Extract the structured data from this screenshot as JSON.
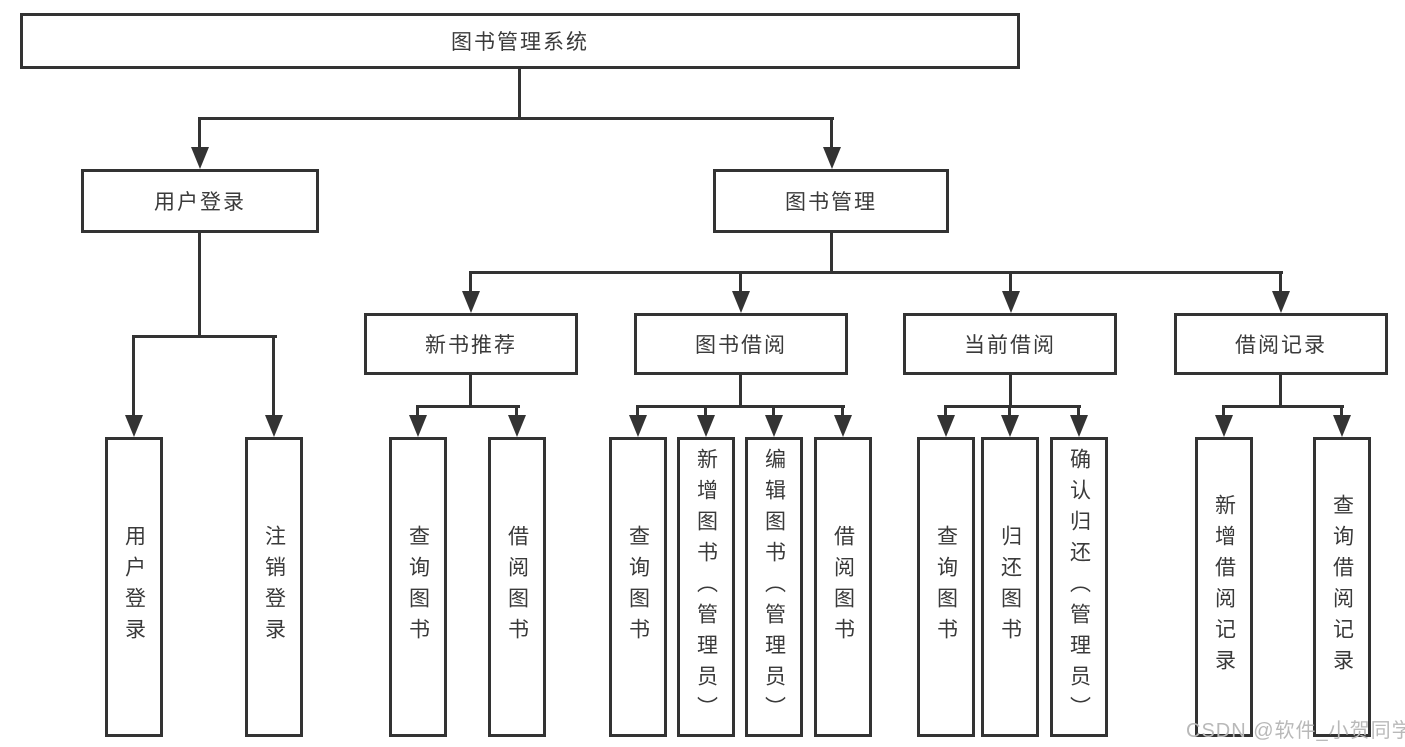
{
  "colors": {
    "line": "#333333",
    "text": "#3a3a3a",
    "background": "#ffffff",
    "watermark_text_color": "#b9b9b9"
  },
  "watermark": {
    "text": "CSDN @软件_小贺同学"
  },
  "tree": {
    "root": {
      "label": "图书管理系统",
      "children": [
        {
          "label": "用户登录",
          "children": [
            {
              "label": "用户登录"
            },
            {
              "label": "注销登录"
            }
          ]
        },
        {
          "label": "图书管理",
          "children": [
            {
              "label": "新书推荐",
              "children": [
                {
                  "label": "查询图书"
                },
                {
                  "label": "借阅图书"
                }
              ]
            },
            {
              "label": "图书借阅",
              "children": [
                {
                  "label": "查询图书"
                },
                {
                  "label": "新增图书（管理员）"
                },
                {
                  "label": "编辑图书（管理员）"
                },
                {
                  "label": "借阅图书"
                }
              ]
            },
            {
              "label": "当前借阅",
              "children": [
                {
                  "label": "查询图书"
                },
                {
                  "label": "归还图书"
                },
                {
                  "label": "确认归还（管理员）"
                }
              ]
            },
            {
              "label": "借阅记录",
              "children": [
                {
                  "label": "新增借阅记录"
                },
                {
                  "label": "查询借阅记录"
                }
              ]
            }
          ]
        }
      ]
    }
  }
}
